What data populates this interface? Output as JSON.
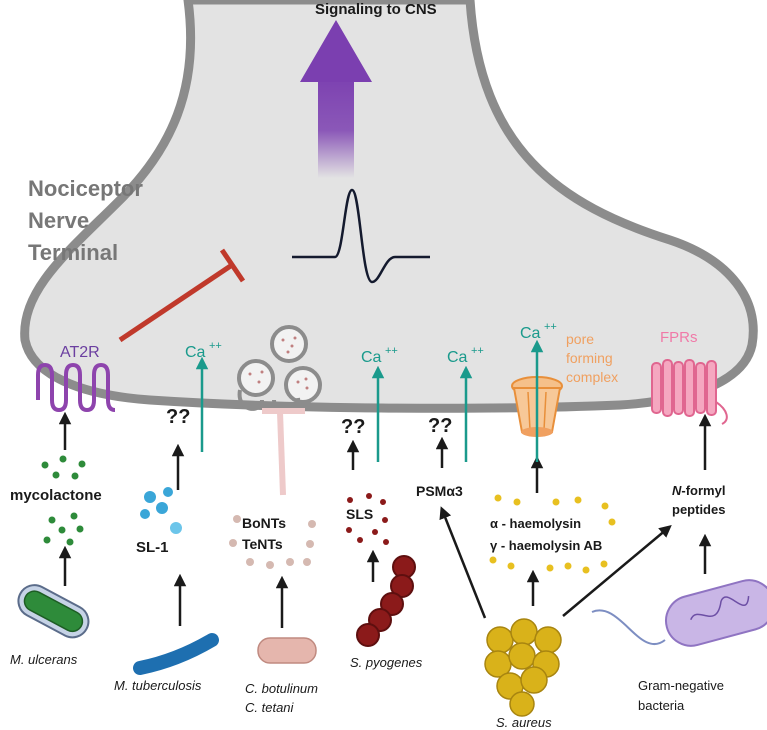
{
  "title": "Signaling to CNS",
  "terminal_label": [
    "Nociceptor",
    "Nerve",
    "Terminal"
  ],
  "receptors": {
    "at2r": "AT2R",
    "fprs": "FPRs",
    "pore_complex": [
      "pore",
      "forming",
      "complex"
    ]
  },
  "calcium": "Ca",
  "calcium_sup": "++",
  "unknown": "??",
  "toxins": {
    "mycolactone": "mycolactone",
    "sl1": "SL-1",
    "bonts": "BoNTs",
    "tents": "TeNTs",
    "sls": "SLS",
    "psma3": "PSMα3",
    "alpha_haemolysin": "α - haemolysin",
    "gamma_haemolysin": "γ - haemolysin AB",
    "n_prefix": "N",
    "formyl": "-formyl",
    "peptides": "peptides"
  },
  "organisms": {
    "m_ulcerans": "M. ulcerans",
    "m_tuberculosis": "M. tuberculosis",
    "c_botulinum": "C. botulinum",
    "c_tetani": "C. tetani",
    "s_pyogenes": "S. pyogenes",
    "s_aureus": "S. aureus",
    "gram_negative": [
      "Gram-negative",
      "bacteria"
    ]
  },
  "colors": {
    "membrane": "#8c8c8c",
    "cytoplasm": "#e3e3e3",
    "teal": "#1a9a8c",
    "purple": "#7b3fb0",
    "red_block": "#c0392b",
    "orange": "#f0a060",
    "pink": "#f07aa8",
    "green_dot": "#2e8b3a",
    "blue_dot": "#3aa6d8",
    "dark_red": "#8b1a1a",
    "gold": "#e8c020"
  }
}
